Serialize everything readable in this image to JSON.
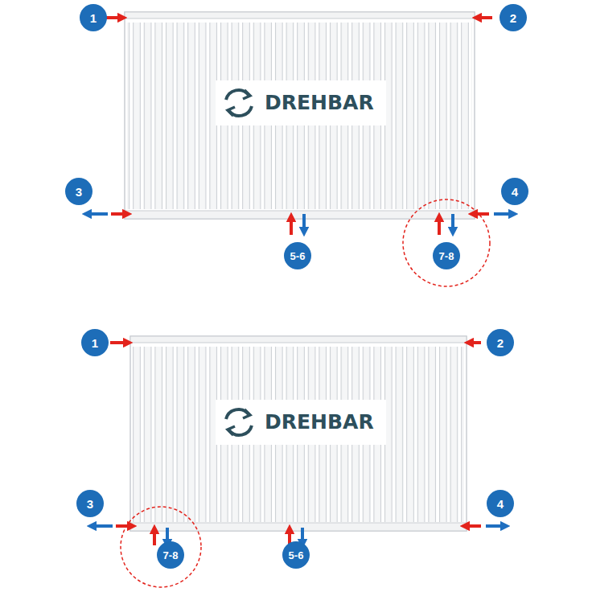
{
  "diagram": {
    "nodes": [
      {
        "text": [
          "1"
        ]
      },
      {
        "text": [
          "2"
        ]
      },
      {
        "text": [
          "DREHBAR"
        ]
      },
      {
        "text": [
          "3"
        ]
      },
      {
        "text": [
          "4"
        ]
      },
      {
        "text": [
          "5-6"
        ]
      },
      {
        "text": [
          "7-8"
        ]
      },
      {
        "text": [
          "1"
        ]
      },
      {
        "text": [
          "2"
        ]
      },
      {
        "text": [
          "DREHBAR"
        ]
      },
      {
        "text": [
          "3"
        ]
      },
      {
        "text": [
          "4"
        ]
      },
      {
        "text": [
          "7-8"
        ]
      },
      {
        "text": [
          "5-6"
        ]
      }
    ]
  }
}
